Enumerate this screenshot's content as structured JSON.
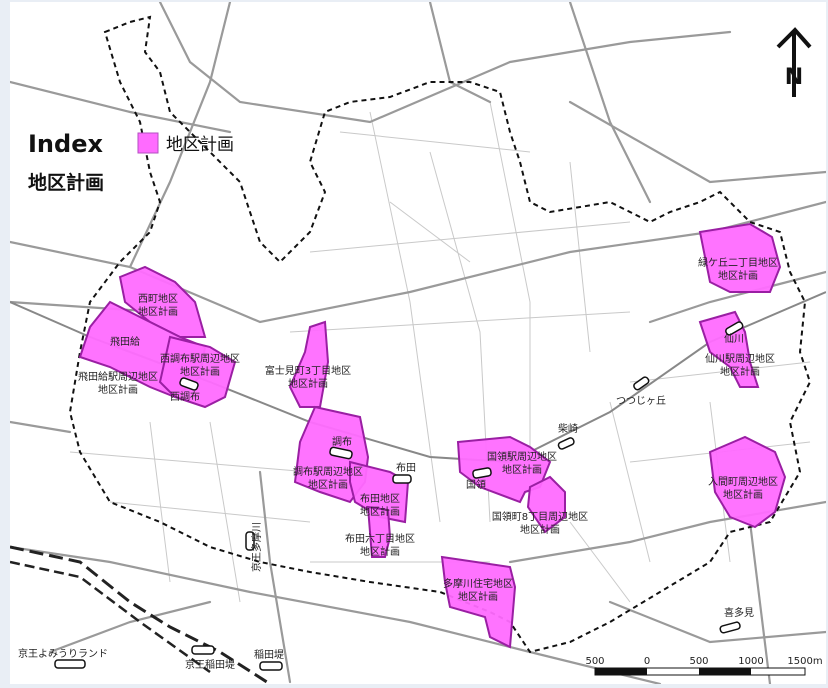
{
  "legend": {
    "title": "Index",
    "subtitle": "地区計画",
    "swatch_label": "地区計画",
    "swatch_color": "#ff6bff"
  },
  "districts": [
    {
      "id": "nishimachi",
      "label_lines": [
        "西町地区",
        "地区計画"
      ]
    },
    {
      "id": "nishichofu",
      "label_lines": [
        "西調布駅周辺地区",
        "地区計画"
      ]
    },
    {
      "id": "tobitakyu",
      "label_lines": [
        "飛田給駅周辺地区",
        "地区計画"
      ]
    },
    {
      "id": "fujimicho",
      "label_lines": [
        "富士見町3丁目地区",
        "地区計画"
      ]
    },
    {
      "id": "chofu",
      "label_lines": [
        "調布駅周辺地区",
        "地区計画"
      ]
    },
    {
      "id": "fuda",
      "label_lines": [
        "布田地区",
        "地区計画"
      ]
    },
    {
      "id": "fudarokuchome",
      "label_lines": [
        "布田六丁目地区",
        "地区計画"
      ]
    },
    {
      "id": "tamagawa",
      "label_lines": [
        "多摩川住宅地区",
        "地区計画"
      ]
    },
    {
      "id": "kokuryo",
      "label_lines": [
        "国領駅周辺地区",
        "地区計画"
      ]
    },
    {
      "id": "kokuryo8",
      "label_lines": [
        "国領町8丁目周辺地区",
        "地区計画"
      ]
    },
    {
      "id": "midorigaoka",
      "label_lines": [
        "緑ケ丘二丁目地区",
        "地区計画"
      ]
    },
    {
      "id": "sengawa",
      "label_lines": [
        "仙川駅周辺地区",
        "地区計画"
      ]
    },
    {
      "id": "irima",
      "label_lines": [
        "入間町周辺地区",
        "地区計画"
      ]
    }
  ],
  "stations": {
    "tobitakyu": "飛田給",
    "nishichofu": "西調布",
    "chofu": "調布",
    "fuda": "布田",
    "kokuryo": "国領",
    "shibasaki": "柴崎",
    "tsutsujigaoka": "つつじヶ丘",
    "sengawa": "仙川",
    "keio_tamagawa": "京王多摩川",
    "keio_yomiuri": "京王よみうりランド",
    "keio_inadazutsumi": "京王稲田堤",
    "inadazutsumi": "稲田堤",
    "kitami": "喜多見"
  },
  "scale": {
    "ticks": [
      "500",
      "0",
      "500",
      "1000",
      "1500m"
    ]
  },
  "north": "N"
}
